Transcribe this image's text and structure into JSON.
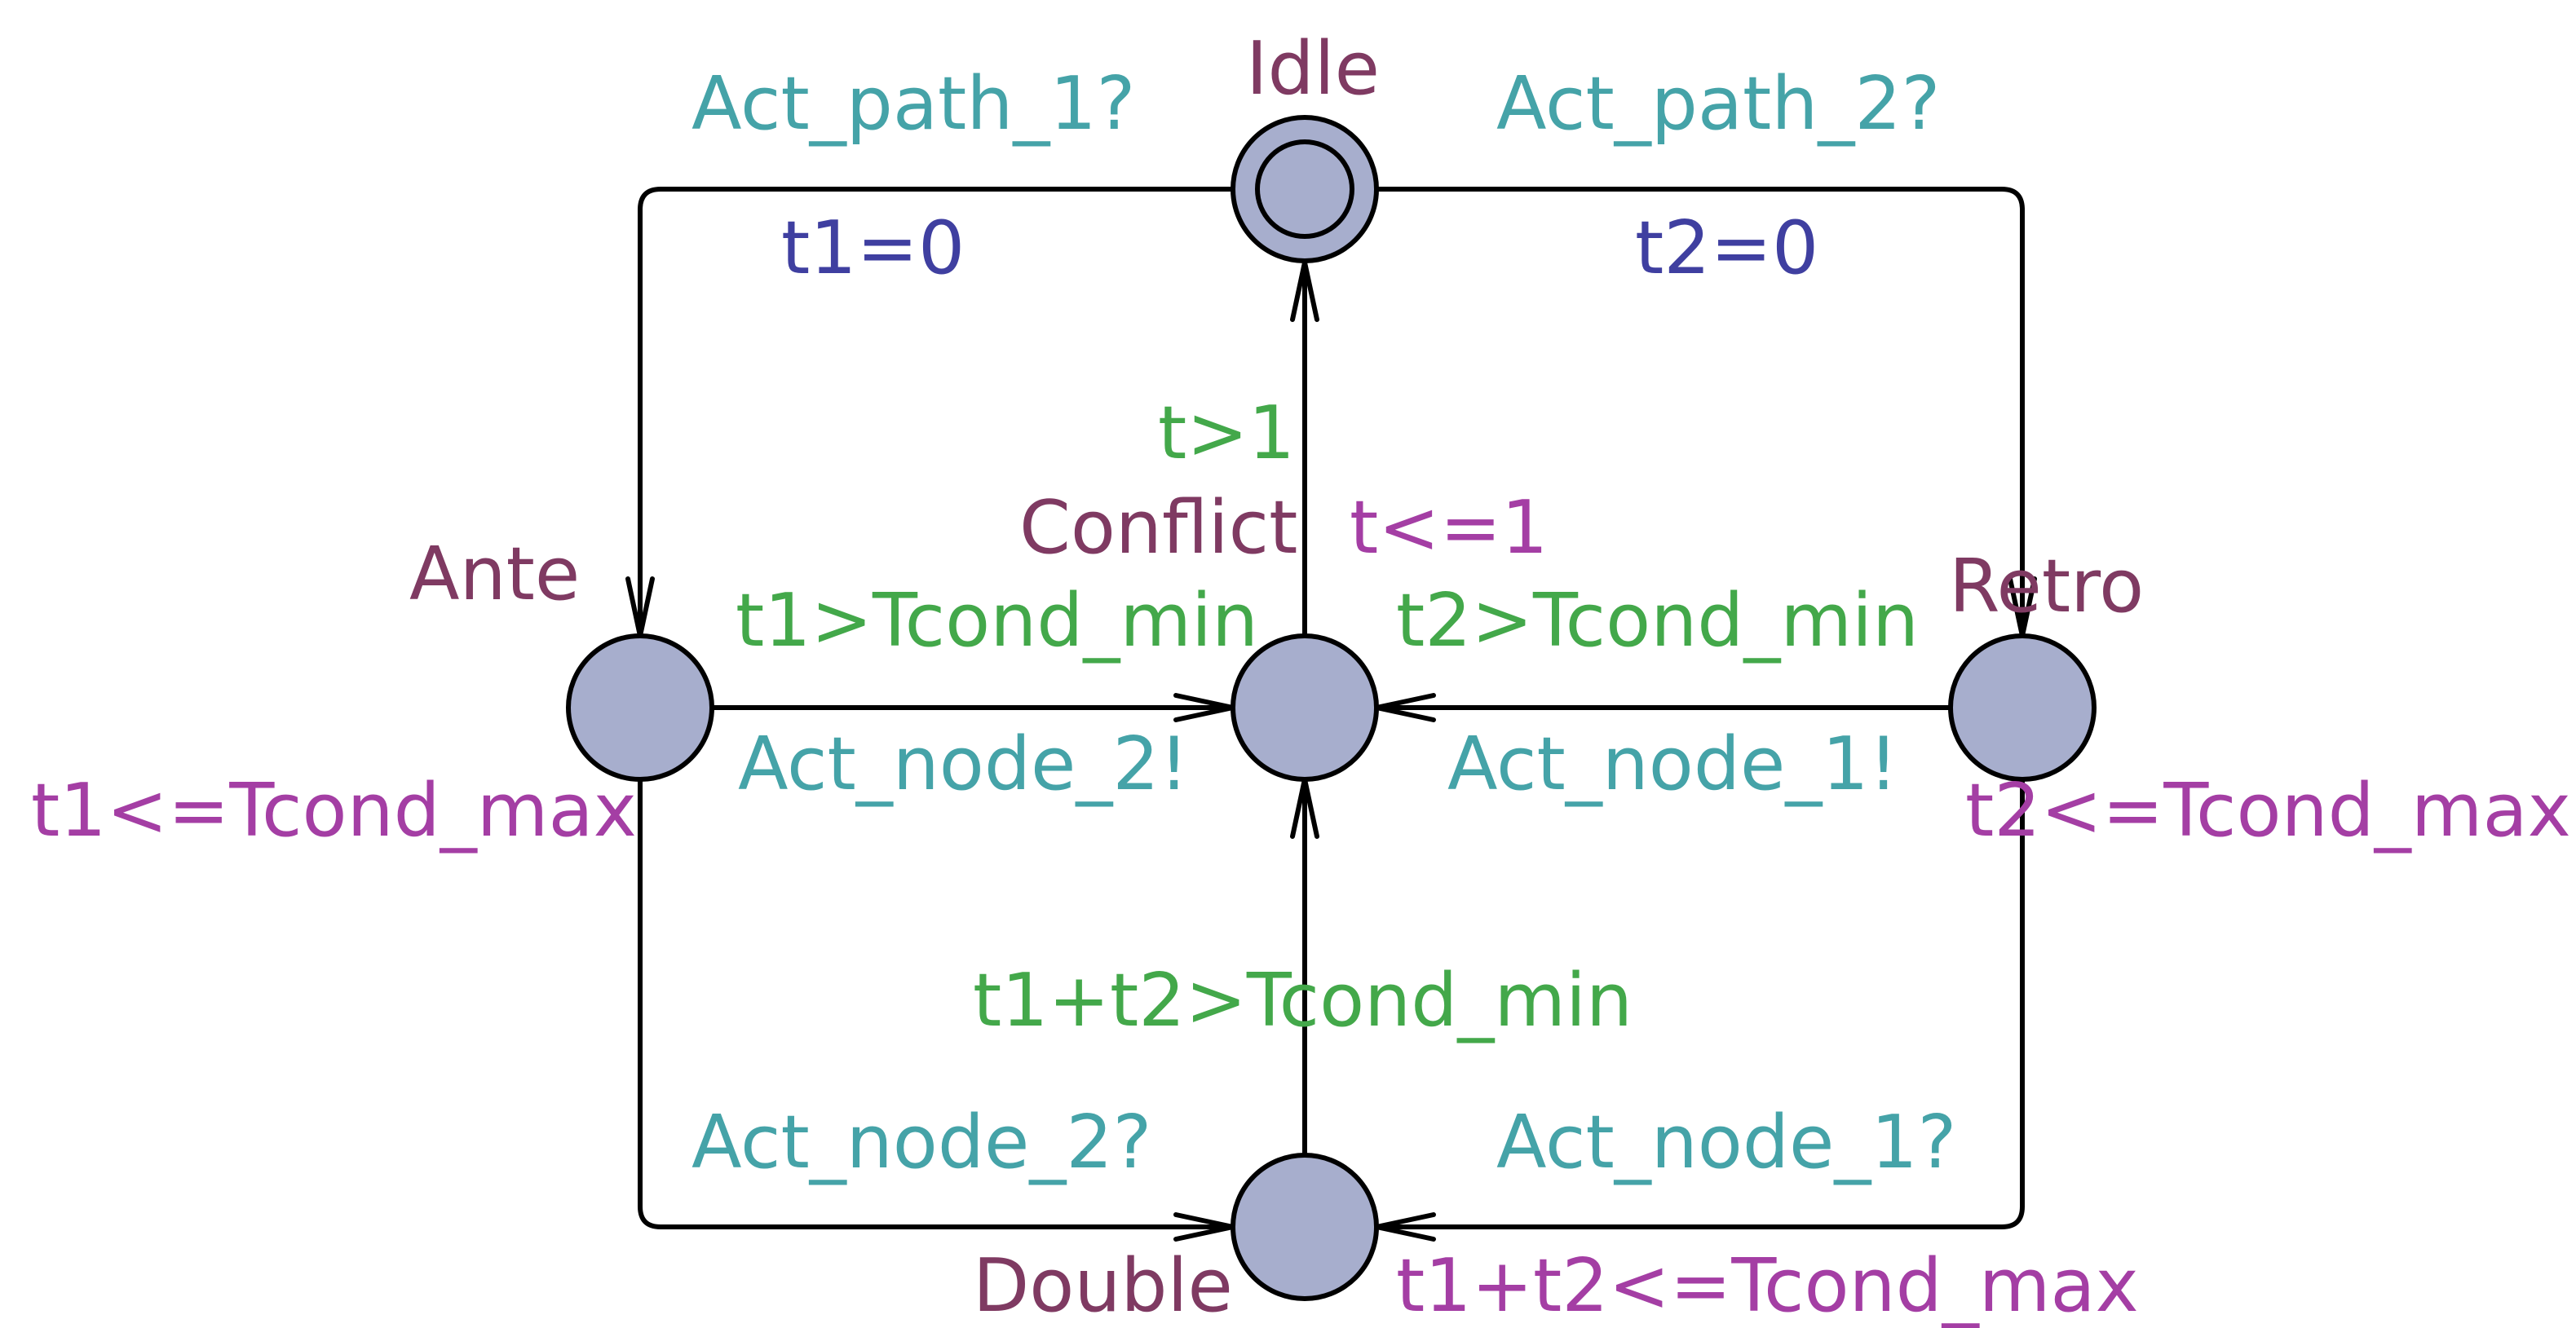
{
  "states": {
    "idle": "Idle",
    "ante": "Ante",
    "conflict": "Conflict",
    "retro": "Retro",
    "double": "Double"
  },
  "edges": {
    "idle_to_ante": {
      "sync": "Act_path_1?",
      "assign": "t1=0"
    },
    "idle_to_retro": {
      "sync": "Act_path_2?",
      "assign": "t2=0"
    },
    "conflict_to_idle": {
      "guard": "t>1"
    },
    "ante_to_conflict": {
      "guard": "t1>Tcond_min",
      "sync": "Act_node_2!"
    },
    "retro_to_conflict": {
      "guard": "t2>Tcond_min",
      "sync": "Act_node_1!"
    },
    "double_to_conflict": {
      "guard": "t1+t2>Tcond_min"
    },
    "ante_to_double": {
      "sync": "Act_node_2?"
    },
    "retro_to_double": {
      "sync": "Act_node_1?"
    }
  },
  "invariants": {
    "conflict": "t<=1",
    "ante": "t1<=Tcond_max",
    "retro": "t2<=Tcond_max",
    "double": "t1+t2<=Tcond_max"
  },
  "colors": {
    "state_name": "#7f3a62",
    "sync": "#45a3a8",
    "assign": "#3f3fa0",
    "guard": "#43a84a",
    "invariant": "#a43ea4",
    "node_fill": "#a7aecd"
  }
}
